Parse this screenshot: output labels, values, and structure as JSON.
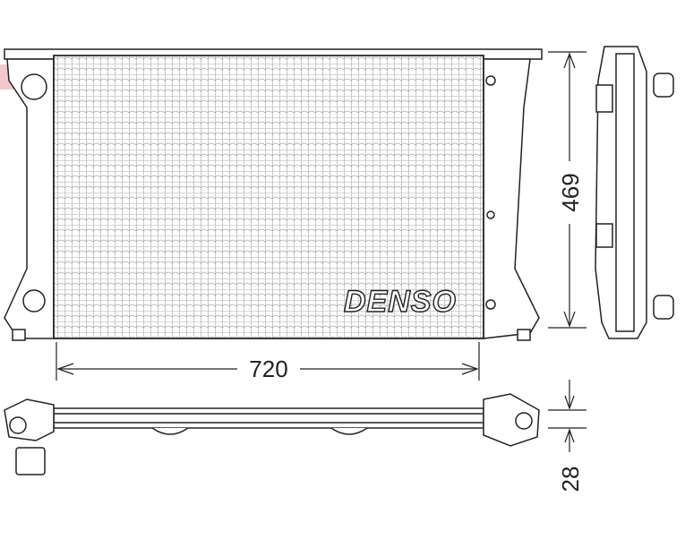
{
  "drawing": {
    "brand_logo": "DENSO",
    "dimensions": {
      "height_mm": "469",
      "width_mm": "720",
      "depth_mm": "28"
    }
  },
  "colors": {
    "line": "#222222",
    "watermark": "#e05060"
  }
}
